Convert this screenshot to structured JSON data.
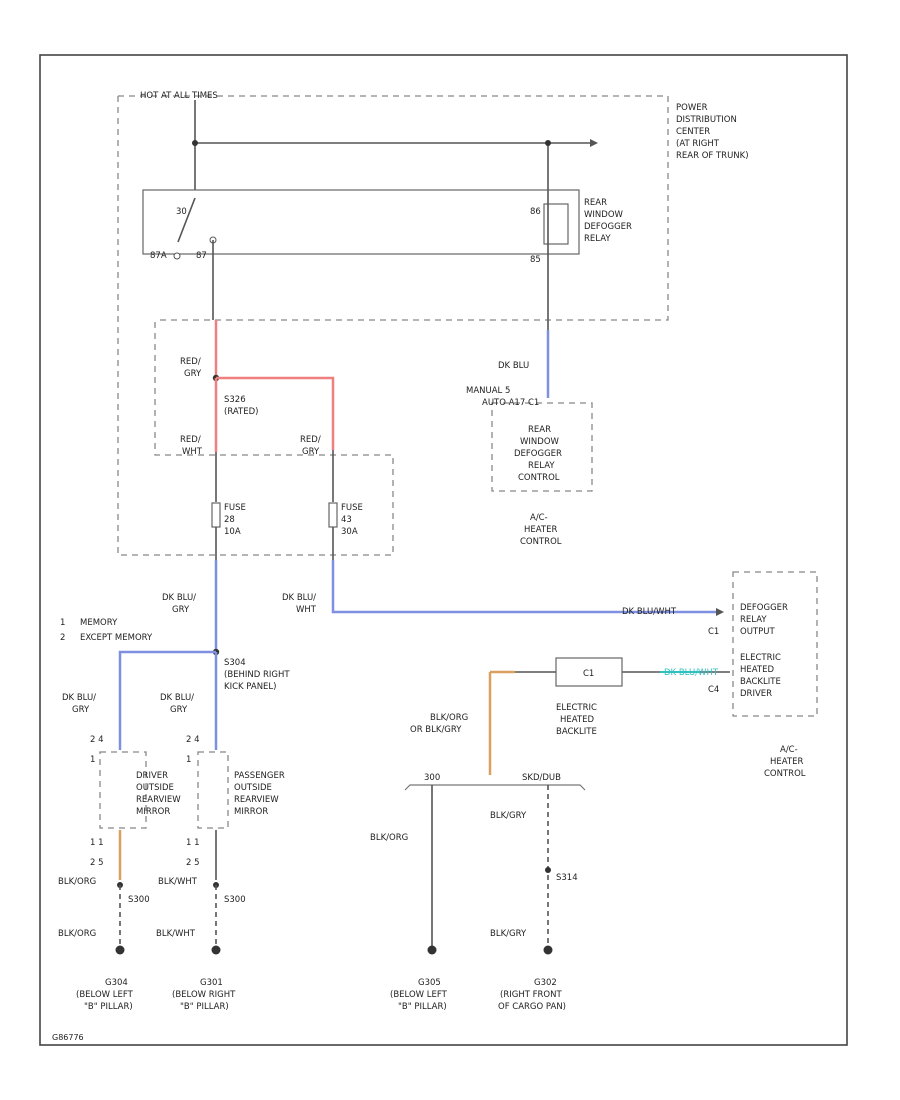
{
  "colors": {
    "red_wire": "#f08080",
    "blue_wire": "#8090e0",
    "orange_wire": "#d9a060",
    "cyan_label": "#30c0c0"
  },
  "legend": {
    "item1_num": "1",
    "item1_text": "MEMORY",
    "item2_num": "2",
    "item2_text": "EXCEPT MEMORY"
  },
  "top": {
    "hot_label": "HOT AT ALL TIMES"
  },
  "pdc": {
    "title_lines": [
      "POWER",
      "DISTRIBUTION",
      "CENTER",
      "(AT RIGHT",
      "REAR OF TRUNK)"
    ]
  },
  "relay": {
    "title_lines": [
      "REAR",
      "WINDOW",
      "DEFOGGER",
      "RELAY"
    ],
    "pin_left_top": "30",
    "pin_left_nc": "87A",
    "pin_left_no": "87",
    "pin_right_top": "86",
    "pin_right_bottom": "85"
  },
  "junction": {
    "wire_red_gry": [
      "RED/",
      "GRY"
    ],
    "splice_lines": [
      "S326",
      "(RATED)"
    ],
    "wire_red_wht": [
      "RED/",
      "WHT"
    ],
    "wire_red_gry2": [
      "RED/",
      "GRY"
    ]
  },
  "fuses": {
    "left_lines": [
      "FUSE",
      "28",
      "10A"
    ],
    "right_lines": [
      "FUSE",
      "43",
      "30A"
    ]
  },
  "hvac": {
    "wire_top": [
      "DK BLU"
    ],
    "connector_lines": [
      "MANUAL  5",
      "AUTO  A17  C1"
    ],
    "relay_ctrl_lines": [
      "REAR",
      "WINDOW",
      "DEFOGGER",
      "RELAY",
      "CONTROL"
    ],
    "module_lines": [
      "A/C-",
      "HEATER",
      "CONTROL"
    ]
  },
  "wires_mid": {
    "left_label": [
      "DK BLU/",
      "GRY"
    ],
    "right_label": [
      "DK BLU/",
      "WHT"
    ],
    "long_label": "DK BLU/WHT"
  },
  "ac_control": {
    "pin_c1": "C1",
    "pin_c4": "C4",
    "output_lines": [
      "DEFOGGER",
      "RELAY",
      "OUTPUT"
    ],
    "driver_lines": [
      "ELECTRIC",
      "HEATED",
      "BACKLITE",
      "DRIVER"
    ],
    "name_lines": [
      "A/C-",
      "HEATER",
      "CONTROL"
    ]
  },
  "backlite": {
    "connector_label": "DK BLU/WHT",
    "box_label": "C1",
    "title_lines": [
      "ELECTRIC",
      "HEATED",
      "BACKLITE"
    ],
    "wire_label": [
      "BLK/ORG",
      "OR BLK/GRY"
    ],
    "ground_left_label": "300",
    "ground_right_label": "SKD/DUB"
  },
  "splice_s304": {
    "lines": [
      "S304",
      "(BEHIND RIGHT",
      "KICK PANEL)"
    ]
  },
  "mirrors": {
    "left_wire_top": [
      "DK BLU/",
      "GRY"
    ],
    "right_wire_top": [
      "DK BLU/",
      "GRY"
    ],
    "pins_top_left": [
      "2  4",
      "1"
    ],
    "pins_top_right": [
      "2  4",
      "1"
    ],
    "driver_lines": [
      "DRIVER",
      "OUTSIDE",
      "REARVIEW",
      "MIRROR"
    ],
    "passenger_lines": [
      "PASSENGER",
      "OUTSIDE",
      "REARVIEW",
      "MIRROR"
    ],
    "pins_bottom_left": [
      "1  1",
      "2  5"
    ],
    "pins_bottom_right": [
      "1  1",
      "2  5"
    ],
    "left_wire_bottom": "BLK/ORG",
    "right_wire_bottom": "BLK/WHT",
    "left_splice": "S300",
    "right_splice": "S300",
    "left_wire_ground": "BLK/ORG",
    "right_wire_ground": "BLK/WHT"
  },
  "grounds": {
    "g1_lines": [
      "G304",
      "(BELOW LEFT",
      "\"B\" PILLAR)"
    ],
    "g2_lines": [
      "G301",
      "(BELOW RIGHT",
      "\"B\" PILLAR)"
    ],
    "g3_lines": [
      "G305",
      "(BELOW LEFT",
      "\"B\" PILLAR)"
    ],
    "g4_lines": [
      "G302",
      "(RIGHT FRONT",
      "OF CARGO PAN)"
    ]
  },
  "right_ground": {
    "wire_top": "BLK/GRY",
    "splice": "S314",
    "wire_bottom": "BLK/GRY"
  },
  "left_ground": {
    "wire": "BLK/ORG"
  },
  "footer": {
    "id": "G86776"
  }
}
